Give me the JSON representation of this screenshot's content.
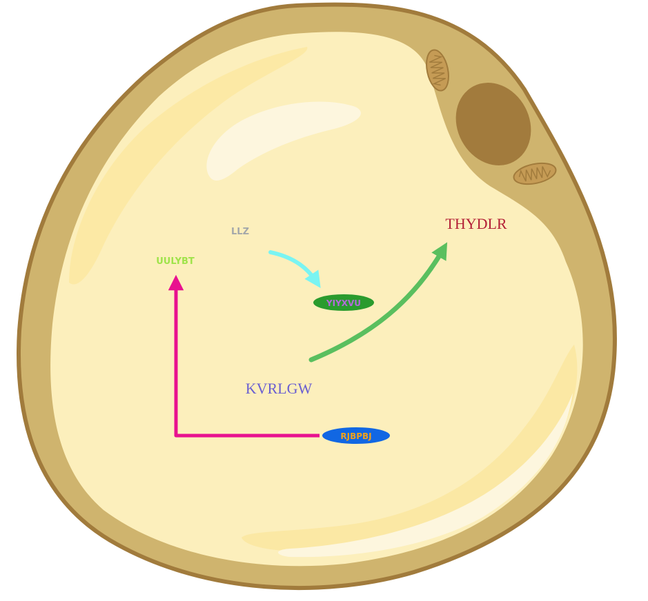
{
  "labels": {
    "llz": "LLZ",
    "uulybt": "UULYBT",
    "yiyxvu": "YIYXVU",
    "thydlr": "THYDLR",
    "kvrlgw": "KVRLGW",
    "rjbpbj": "RJBPBJ"
  },
  "colors": {
    "cell_wall": "#cfb46e",
    "cell_outline": "#a17b3c",
    "cytoplasm": "#fcefbc",
    "nucleus": "#a27b3d",
    "llz_text": "#a3a7aa",
    "uulybt_text": "#9fe34a",
    "yiyxvu_fill": "#2a9b2e",
    "yiyxvu_text": "#b36ad9",
    "thydlr_text": "#b31f36",
    "kvrlgw_text": "#6a5fd1",
    "rjbpbj_fill": "#1167e3",
    "rjbpbj_text": "#f0a11c",
    "arrow_cyan": "#7af4f2",
    "arrow_green": "#5abf5f",
    "arrow_magenta": "#e8128f"
  },
  "connections": [
    {
      "from": "LLZ",
      "to": "YIYXVU"
    },
    {
      "from": "KVRLGW",
      "to": "THYDLR"
    },
    {
      "from": "RJBPBJ",
      "to": "UULYBT"
    }
  ]
}
